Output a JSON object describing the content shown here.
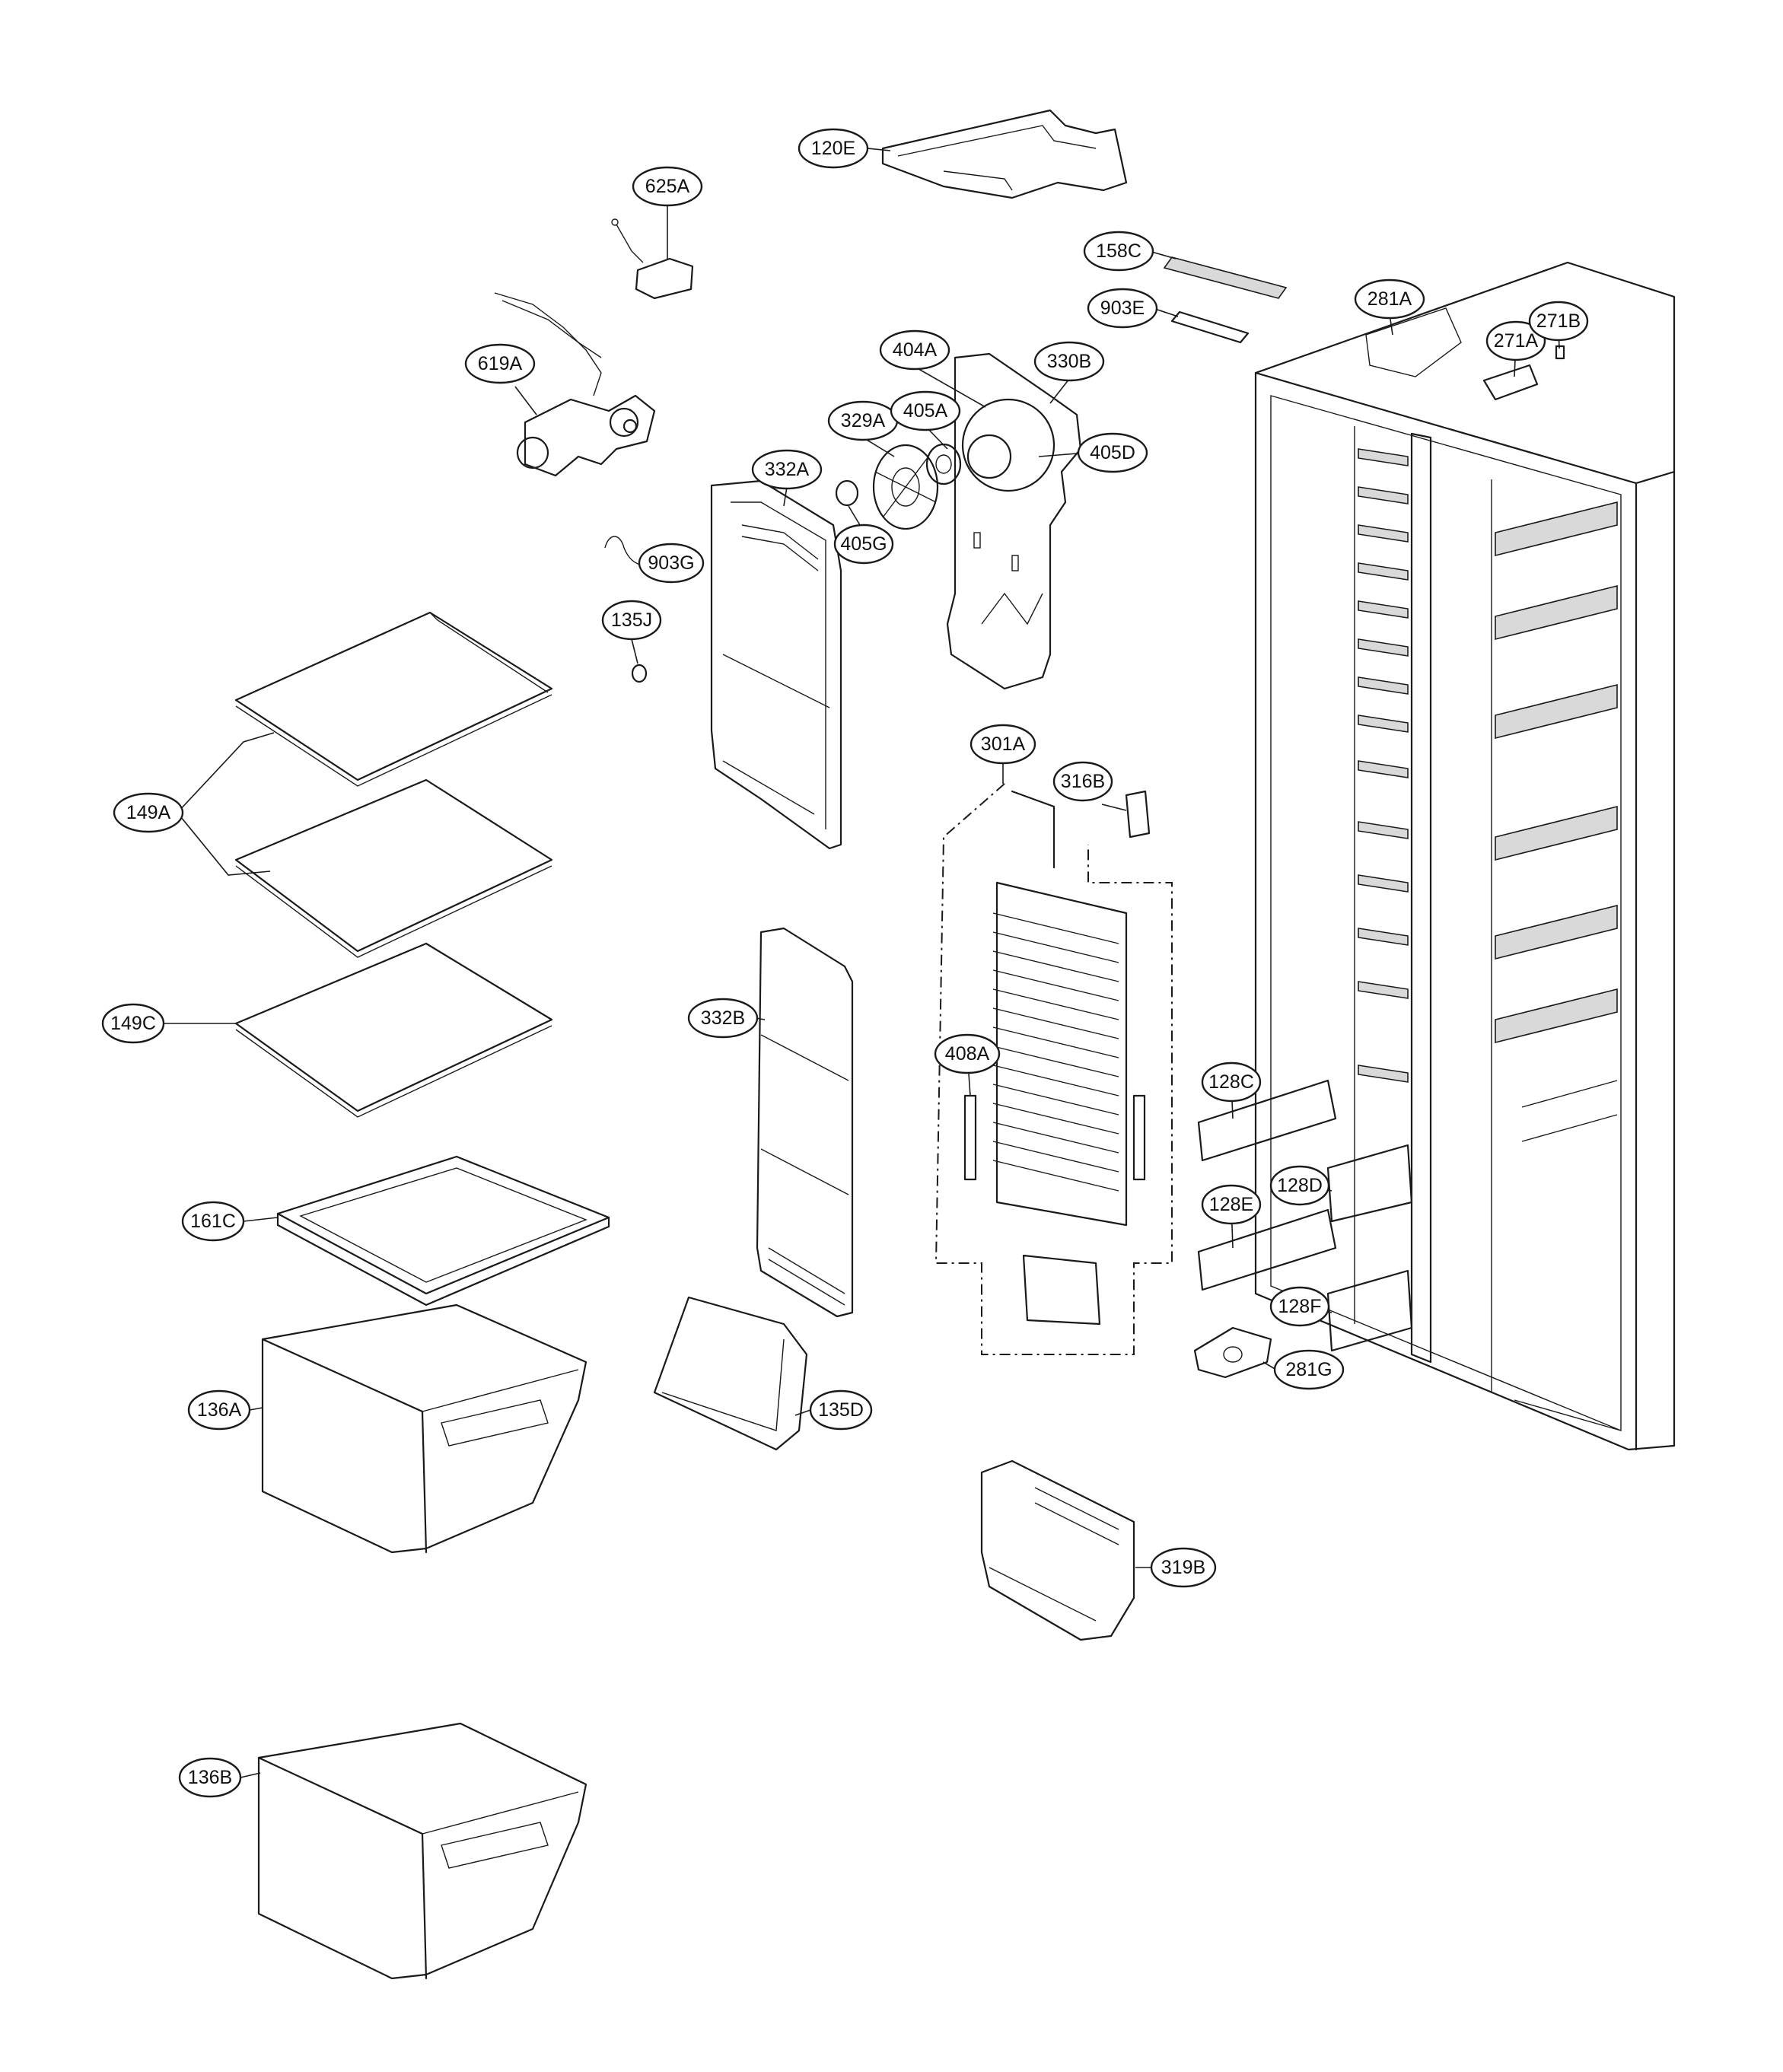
{
  "labels": {
    "l120E": "120E",
    "l625A": "625A",
    "l158C": "158C",
    "l903E": "903E",
    "l281A": "281A",
    "l271A": "271A",
    "l271B": "271B",
    "l619A": "619A",
    "l404A": "404A",
    "l330B": "330B",
    "l329A": "329A",
    "l405A": "405A",
    "l405D": "405D",
    "l332A": "332A",
    "l405G": "405G",
    "l903G": "903G",
    "l135J": "135J",
    "l301A": "301A",
    "l316B": "316B",
    "l149A": "149A",
    "l149C": "149C",
    "l332B": "332B",
    "l408A": "408A",
    "l128C": "128C",
    "l128D": "128D",
    "l128E": "128E",
    "l128F": "128F",
    "l161C": "161C",
    "l281G": "281G",
    "l136A": "136A",
    "l135D": "135D",
    "l319B": "319B",
    "l136B": "136B"
  }
}
